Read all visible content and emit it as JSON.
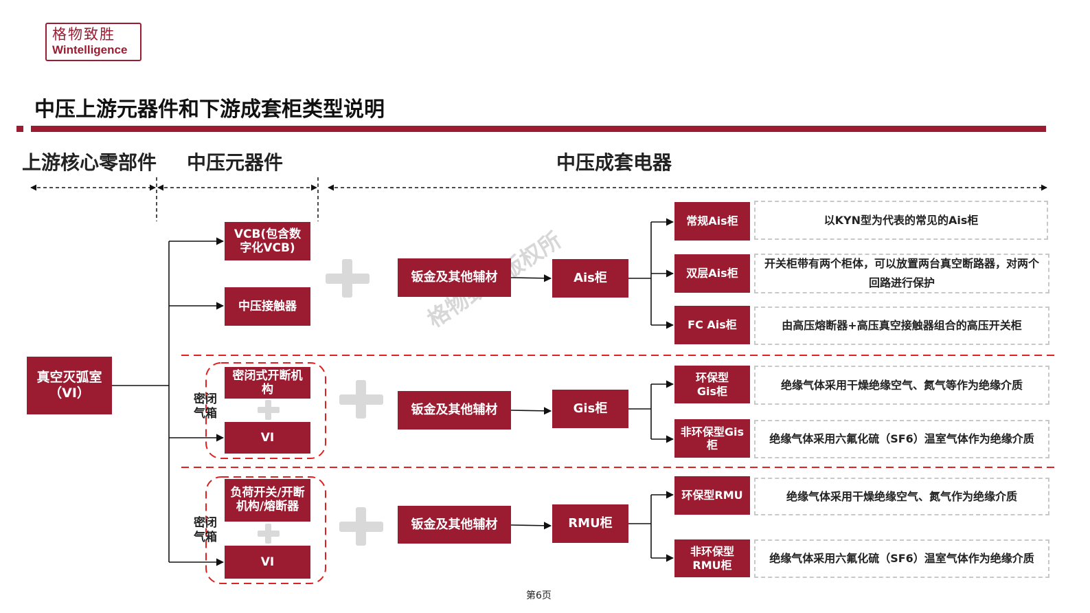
{
  "logo": {
    "cn": "格物致胜",
    "en": "Wintelligence"
  },
  "title": "中压上游元器件和下游成套柜类型说明",
  "columns": {
    "upstream": "上游核心零部件",
    "components": "中压元器件",
    "switchgear": "中压成套电器"
  },
  "source": {
    "label": "真空灭弧室（VI）"
  },
  "components": {
    "vcb": "VCB(包含数字化VCB)",
    "contactor": "中压接触器",
    "gis_mech": "密闭式开断机构",
    "gis_vi": "VI",
    "gis_side": "密闭气箱",
    "rmu_mech": "负荷开关/开断机构/熔断器",
    "rmu_vi": "VI",
    "rmu_side": "密闭气箱"
  },
  "aux": {
    "ais": "钣金及其他辅材",
    "gis": "钣金及其他辅材",
    "rmu": "钣金及其他辅材"
  },
  "cabinets": {
    "ais": "Ais柜",
    "gis": "Gis柜",
    "rmu": "RMU柜"
  },
  "types": [
    {
      "name": "常规Ais柜",
      "desc": "以KYN型为代表的常见的Ais柜"
    },
    {
      "name": "双层Ais柜",
      "desc": "开关柜带有两个柜体，可以放置两台真空断路器，对两个回路进行保护"
    },
    {
      "name": "FC Ais柜",
      "desc": "由高压熔断器+高压真空接触器组合的高压开关柜"
    },
    {
      "name": "环保型Gis柜",
      "desc": "绝缘气体采用干燥绝缘空气、氮气等作为绝缘介质"
    },
    {
      "name": "非环保型Gis柜",
      "desc": "绝缘气体采用六氟化硫（SF6）温室气体作为绝缘介质"
    },
    {
      "name": "环保型RMU",
      "desc": "绝缘气体采用干燥绝缘空气、氮气作为绝缘介质"
    },
    {
      "name": "非环保型RMU柜",
      "desc": "绝缘气体采用六氟化硫（SF6）温室气体作为绝缘介质"
    }
  ],
  "watermark": "格物致胜版权所",
  "page": "第6页",
  "colors": {
    "accent": "#9b1b30",
    "plus": "#d9d9d9",
    "dashed_red": "#e02020"
  }
}
